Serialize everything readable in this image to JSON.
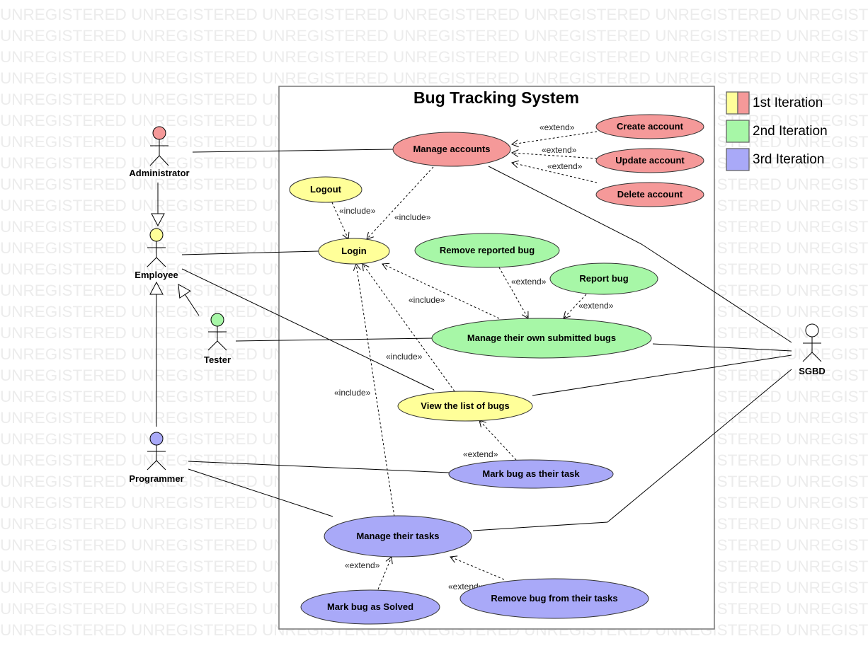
{
  "watermark": {
    "word": "UNREGISTERED",
    "lines": 30
  },
  "system": {
    "title": "Bug Tracking System"
  },
  "colors": {
    "iter1_yellow": "#ffff99",
    "iter1_red": "#f59999",
    "iter2_green": "#a7f7a7",
    "iter3_blue": "#a9a9f8",
    "actor_white": "#ffffff"
  },
  "legend": [
    {
      "label": "1st Iteration",
      "colors": [
        "#ffff99",
        "#f59999"
      ]
    },
    {
      "label": "2nd Iteration",
      "colors": [
        "#a7f7a7"
      ]
    },
    {
      "label": "3rd Iteration",
      "colors": [
        "#a9a9f8"
      ]
    }
  ],
  "actors": {
    "administrator": {
      "label": "Administrator",
      "color": "#f59999"
    },
    "employee": {
      "label": "Employee",
      "color": "#ffff99"
    },
    "tester": {
      "label": "Tester",
      "color": "#a7f7a7"
    },
    "programmer": {
      "label": "Programmer",
      "color": "#a9a9f8"
    },
    "sgbd": {
      "label": "SGBD",
      "color": "#ffffff"
    }
  },
  "use_cases": {
    "manage_accounts": {
      "label": "Manage accounts",
      "color": "#f59999"
    },
    "create_account": {
      "label": "Create account",
      "color": "#f59999"
    },
    "update_account": {
      "label": "Update account",
      "color": "#f59999"
    },
    "delete_account": {
      "label": "Delete account",
      "color": "#f59999"
    },
    "logout": {
      "label": "Logout",
      "color": "#ffff99"
    },
    "login": {
      "label": "Login",
      "color": "#ffff99"
    },
    "remove_reported_bug": {
      "label": "Remove reported bug",
      "color": "#a7f7a7"
    },
    "report_bug": {
      "label": "Report bug",
      "color": "#a7f7a7"
    },
    "manage_submitted_bugs": {
      "label": "Manage their own submitted bugs",
      "color": "#a7f7a7"
    },
    "view_bugs": {
      "label": "View the list of bugs",
      "color": "#ffff99"
    },
    "mark_task": {
      "label": "Mark bug as their task",
      "color": "#a9a9f8"
    },
    "manage_tasks": {
      "label": "Manage their tasks",
      "color": "#a9a9f8"
    },
    "mark_solved": {
      "label": "Mark bug as Solved",
      "color": "#a9a9f8"
    },
    "remove_task": {
      "label": "Remove bug from their tasks",
      "color": "#a9a9f8"
    }
  },
  "stereotypes": {
    "extend": "«extend»",
    "include": "«include»"
  }
}
